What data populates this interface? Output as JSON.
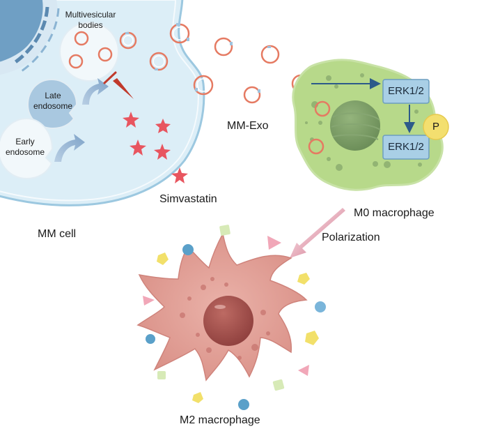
{
  "labels": {
    "multivesicular_bodies": "Multivesicular\nbodies",
    "late_endosome": "Late\nendosome",
    "early_endosome": "Early\nendosome",
    "mm_exo": "MM-Exo",
    "simvastatin": "Simvastatin",
    "mm_cell": "MM cell",
    "m0_macrophage": "M0 macrophage",
    "polarization": "Polarization",
    "m2_macrophage": "M2 macrophage",
    "erk_top": "ERK1/2",
    "erk_bottom": "ERK1/2",
    "phospho": "P"
  },
  "colors": {
    "mm_cell_fill": "#dceef7",
    "mm_cell_border": "#9cc8e0",
    "nucleus": "#6f9fc4",
    "m0_fill": "#b7d98a",
    "m0_nucleus": "#7fa06a",
    "m2_fill": "#e4a49b",
    "m2_nucleus": "#a65450",
    "erk_box": "#a9cfe6",
    "phospho_circle": "#f3df6f",
    "star": "#e8555f",
    "inhibitor": "#c0392b",
    "arrow": "#2c5a8a",
    "polarization_arrow": "#c24d6b"
  }
}
